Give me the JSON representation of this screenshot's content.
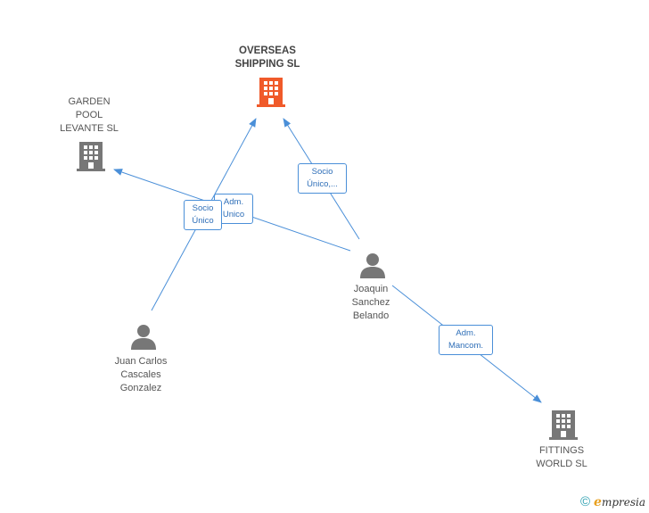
{
  "nodes": {
    "overseas": {
      "line1": "OVERSEAS",
      "line2": "SHIPPING  SL",
      "icon": "building-icon",
      "color": "#f05a2a"
    },
    "garden": {
      "line1": "GARDEN",
      "line2": "POOL",
      "line3": "LEVANTE SL",
      "icon": "building-icon",
      "color": "#777777"
    },
    "fittings": {
      "line1": "FITTINGS",
      "line2": "WORLD SL",
      "icon": "building-icon",
      "color": "#777777"
    },
    "joaquin": {
      "line1": "Joaquin",
      "line2": "Sanchez",
      "line3": "Belando",
      "icon": "person-icon",
      "color": "#777777"
    },
    "juan": {
      "line1": "Juan Carlos",
      "line2": "Cascales",
      "line3": "Gonzalez",
      "icon": "person-icon",
      "color": "#777777"
    }
  },
  "edges": {
    "socio_unico_juan": {
      "line1": "Socio",
      "line2": "Único"
    },
    "adm_unico": {
      "line1": "Adm.",
      "line2": "Unico"
    },
    "socio_unico_joaquin": {
      "line1": "Socio",
      "line2": "Único,..."
    },
    "adm_mancom": {
      "line1": "Adm.",
      "line2": "Mancom."
    }
  },
  "footer": {
    "copyright": "©",
    "brand_e": "e",
    "brand_rest": "mpresia"
  },
  "colors": {
    "edge": "#4a8fd8",
    "accent": "#f05a2a"
  }
}
